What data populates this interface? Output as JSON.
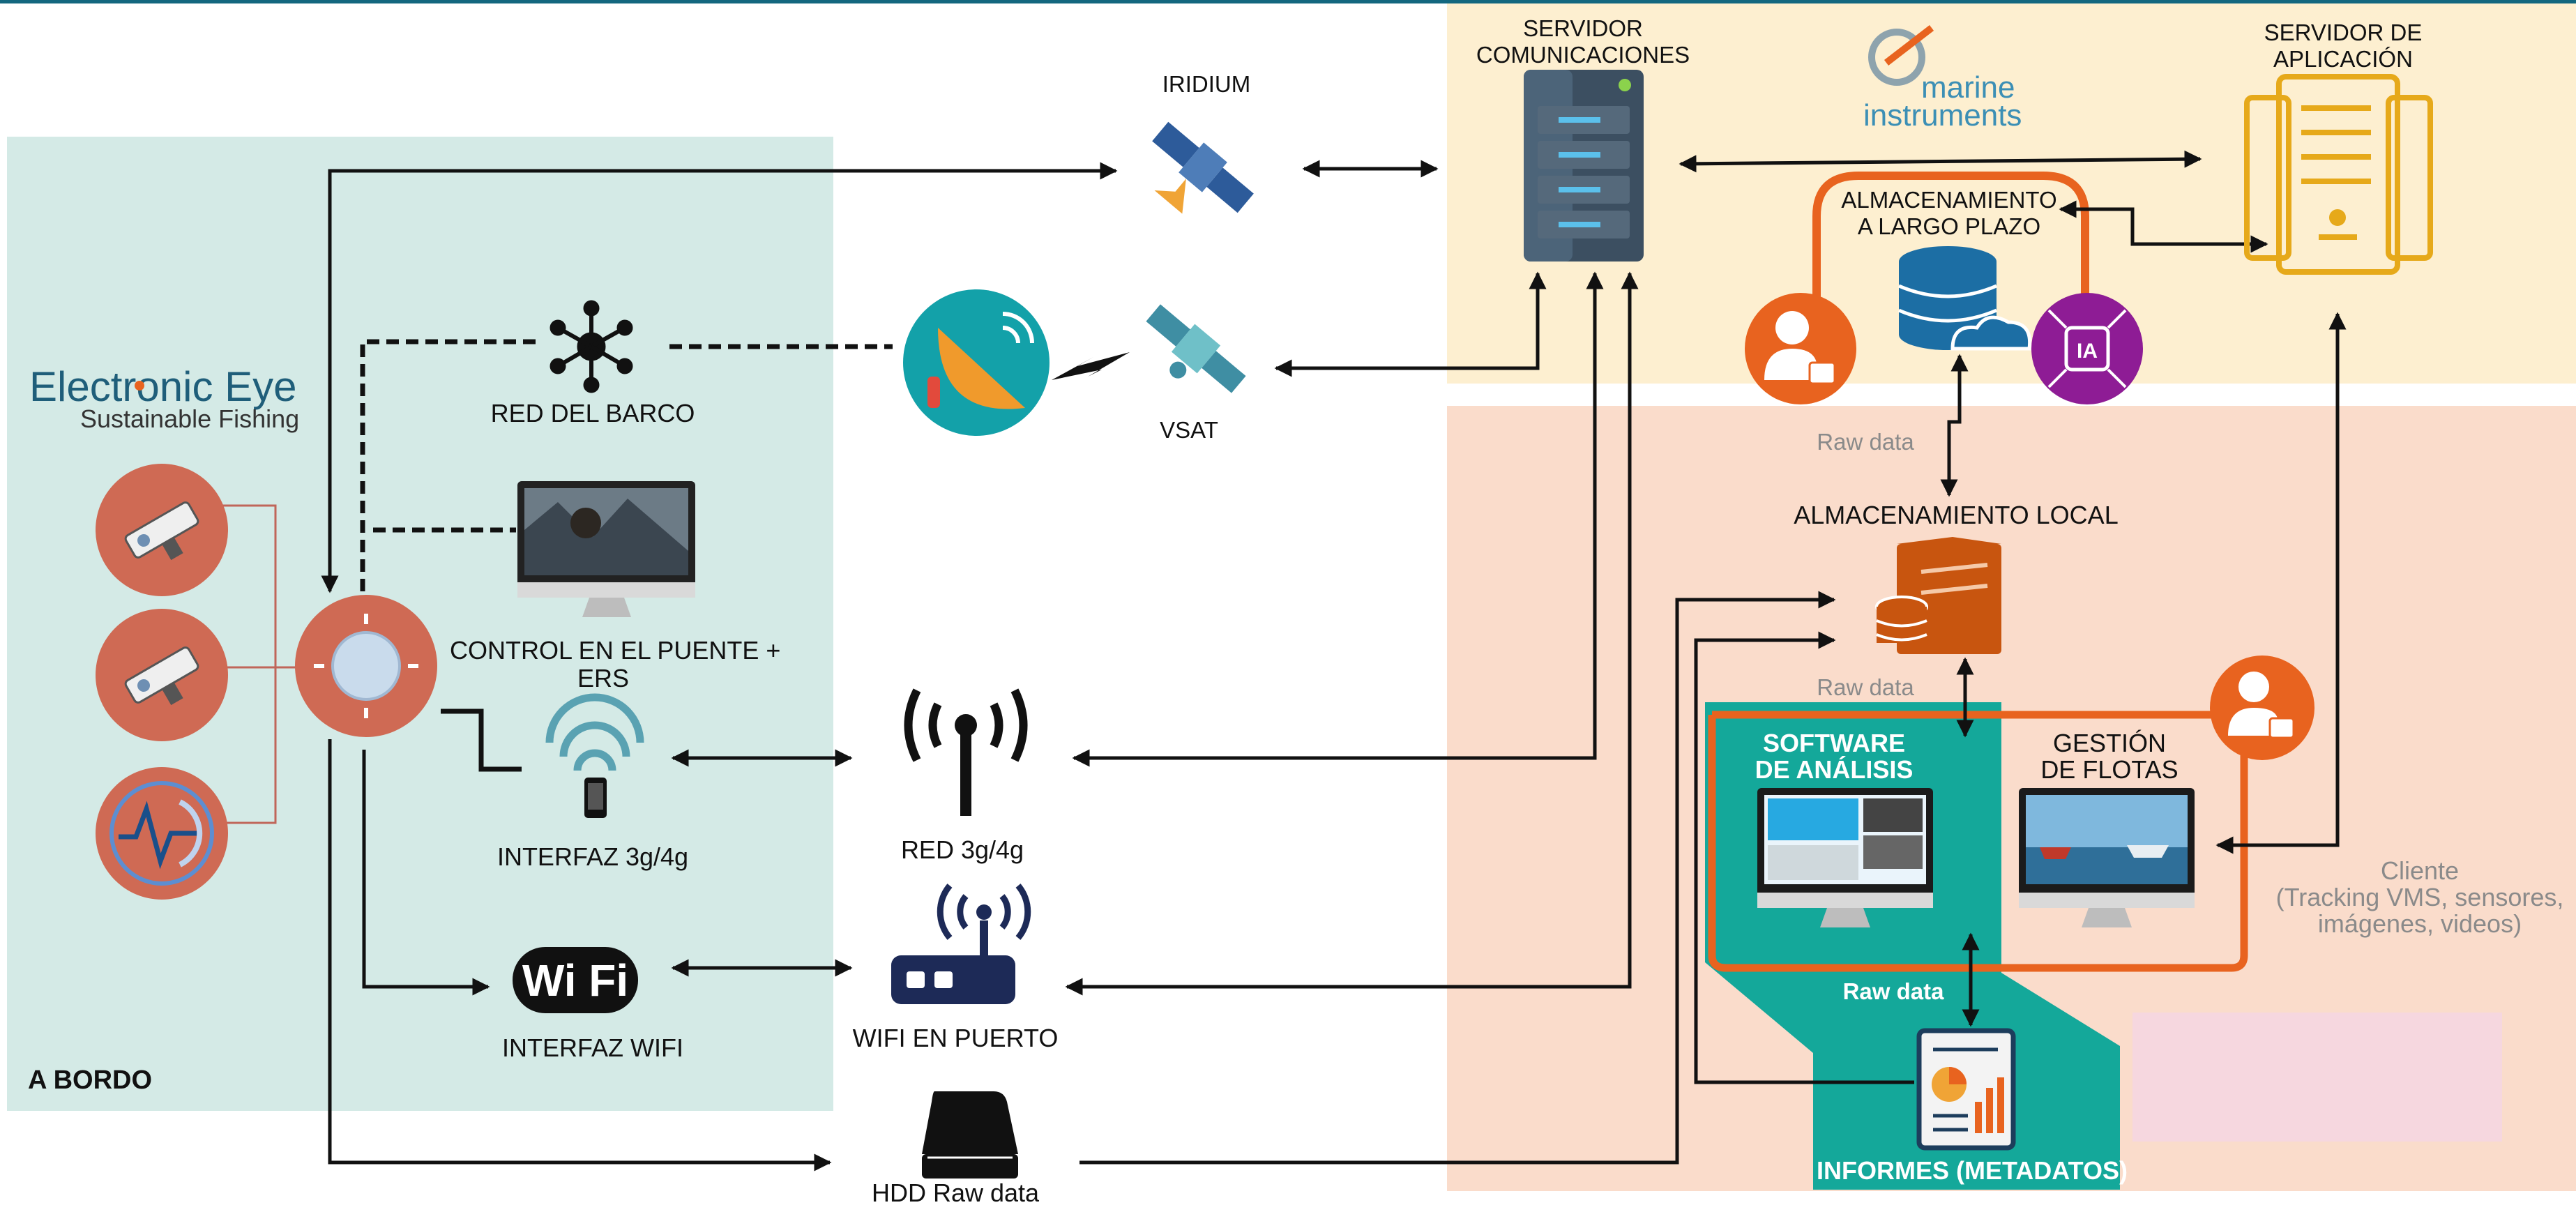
{
  "brand": {
    "electronic_eye": "Electronic Eye",
    "sustainable_fishing": "Sustainable Fishing",
    "marine": "marine",
    "instruments": "instruments"
  },
  "nodes": {
    "iridium": "IRIDIUM",
    "vsat": "VSAT",
    "red_barco": "RED DEL BARCO",
    "control_line1": "CONTROL EN EL PUENTE +",
    "control_line2": "ERS",
    "interfaz_3g": "INTERFAZ 3g/4g",
    "interfaz_wifi": "INTERFAZ WIFI",
    "red_3g": "RED 3g/4g",
    "wifi_puerto": "WIFI EN PUERTO",
    "hdd": "HDD Raw data",
    "a_bordo": "A BORDO",
    "servidor_com_line1": "SERVIDOR",
    "servidor_com_line2": "COMUNICACIONES",
    "servidor_app_line1": "SERVIDOR DE",
    "servidor_app_line2": "APLICACIÓN",
    "alm_largo_line1": "ALMACENAMIENTO",
    "alm_largo_line2": "A LARGO PLAZO",
    "alm_local": "ALMACENAMIENTO LOCAL",
    "raw_data_1": "Raw data",
    "raw_data_2": "Raw data",
    "raw_data_3": "Raw data",
    "software_line1": "SOFTWARE",
    "software_line2": "DE ANÁLISIS",
    "gestion_line1": "GESTIÓN",
    "gestion_line2": "DE FLOTAS",
    "informes": "INFORMES (METADATOS)",
    "cliente_line1": "Cliente",
    "cliente_line2": "(Tracking VMS, sensores,",
    "cliente_line3": "imágenes, videos)"
  },
  "icons": {
    "ia_badge": "IA",
    "wifi_logo": "Wi Fi"
  },
  "colors": {
    "onboard_bg": "#d4eae6",
    "servers_bg": "#fdefd0",
    "land_bg": "#fadccb",
    "teal": "#14a89a",
    "orange": "#e8631f",
    "gold": "#e6a91a",
    "purple": "#8e1c95"
  }
}
